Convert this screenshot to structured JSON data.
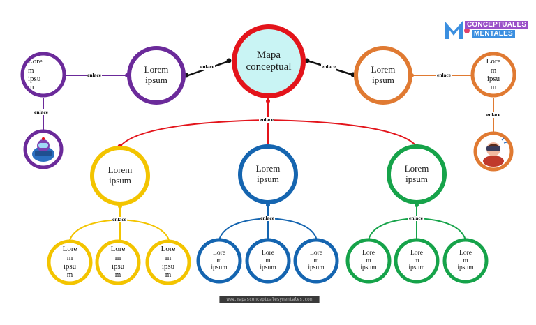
{
  "center": {
    "label_line1": "Mapa",
    "label_line2": "conceptual"
  },
  "link_label": "enlace",
  "left": {
    "node_label_line1": "Lorem",
    "node_label_line2": "ipsum",
    "side_lines": [
      "Lore",
      "m",
      "ipsu",
      "m"
    ],
    "icon": "astronaut-icon"
  },
  "right": {
    "node_label_line1": "Lorem",
    "node_label_line2": "ipsum",
    "side_lines": [
      "Lore",
      "m",
      "ipsu",
      "m"
    ],
    "icon": "vr-headset-user-icon"
  },
  "branches": {
    "yellow": {
      "label_line1": "Lorem",
      "label_line2": "ipsum",
      "children": [
        [
          "Lore",
          "m",
          "ipsu",
          "m"
        ],
        [
          "Lore",
          "m",
          "ipsu",
          "m"
        ],
        [
          "Lore",
          "m",
          "ipsu",
          "m"
        ]
      ]
    },
    "blue": {
      "label_line1": "Lorem",
      "label_line2": "ipsum",
      "children": [
        [
          "Lore",
          "m",
          "ipsum"
        ],
        [
          "Lore",
          "m",
          "ipsum"
        ],
        [
          "Lore",
          "m",
          "ipsum"
        ]
      ]
    },
    "green": {
      "label_line1": "Lorem",
      "label_line2": "ipsum",
      "children": [
        [
          "Lore",
          "m",
          "ipsum"
        ],
        [
          "Lore",
          "m",
          "ipsum"
        ],
        [
          "Lore",
          "m",
          "ipsum"
        ]
      ]
    }
  },
  "logo": {
    "line1": "CONCEPTUALES",
    "line2": "MENTALES"
  },
  "footer": {
    "url": "www.mapasconceptualesymentales.com"
  },
  "colors": {
    "red": "#e3141b",
    "purple": "#6b2a9a",
    "orange": "#e07a32",
    "yellow": "#f3c400",
    "blue": "#1565b0",
    "green": "#16a34a",
    "center_fill": "#c9f4f4"
  }
}
